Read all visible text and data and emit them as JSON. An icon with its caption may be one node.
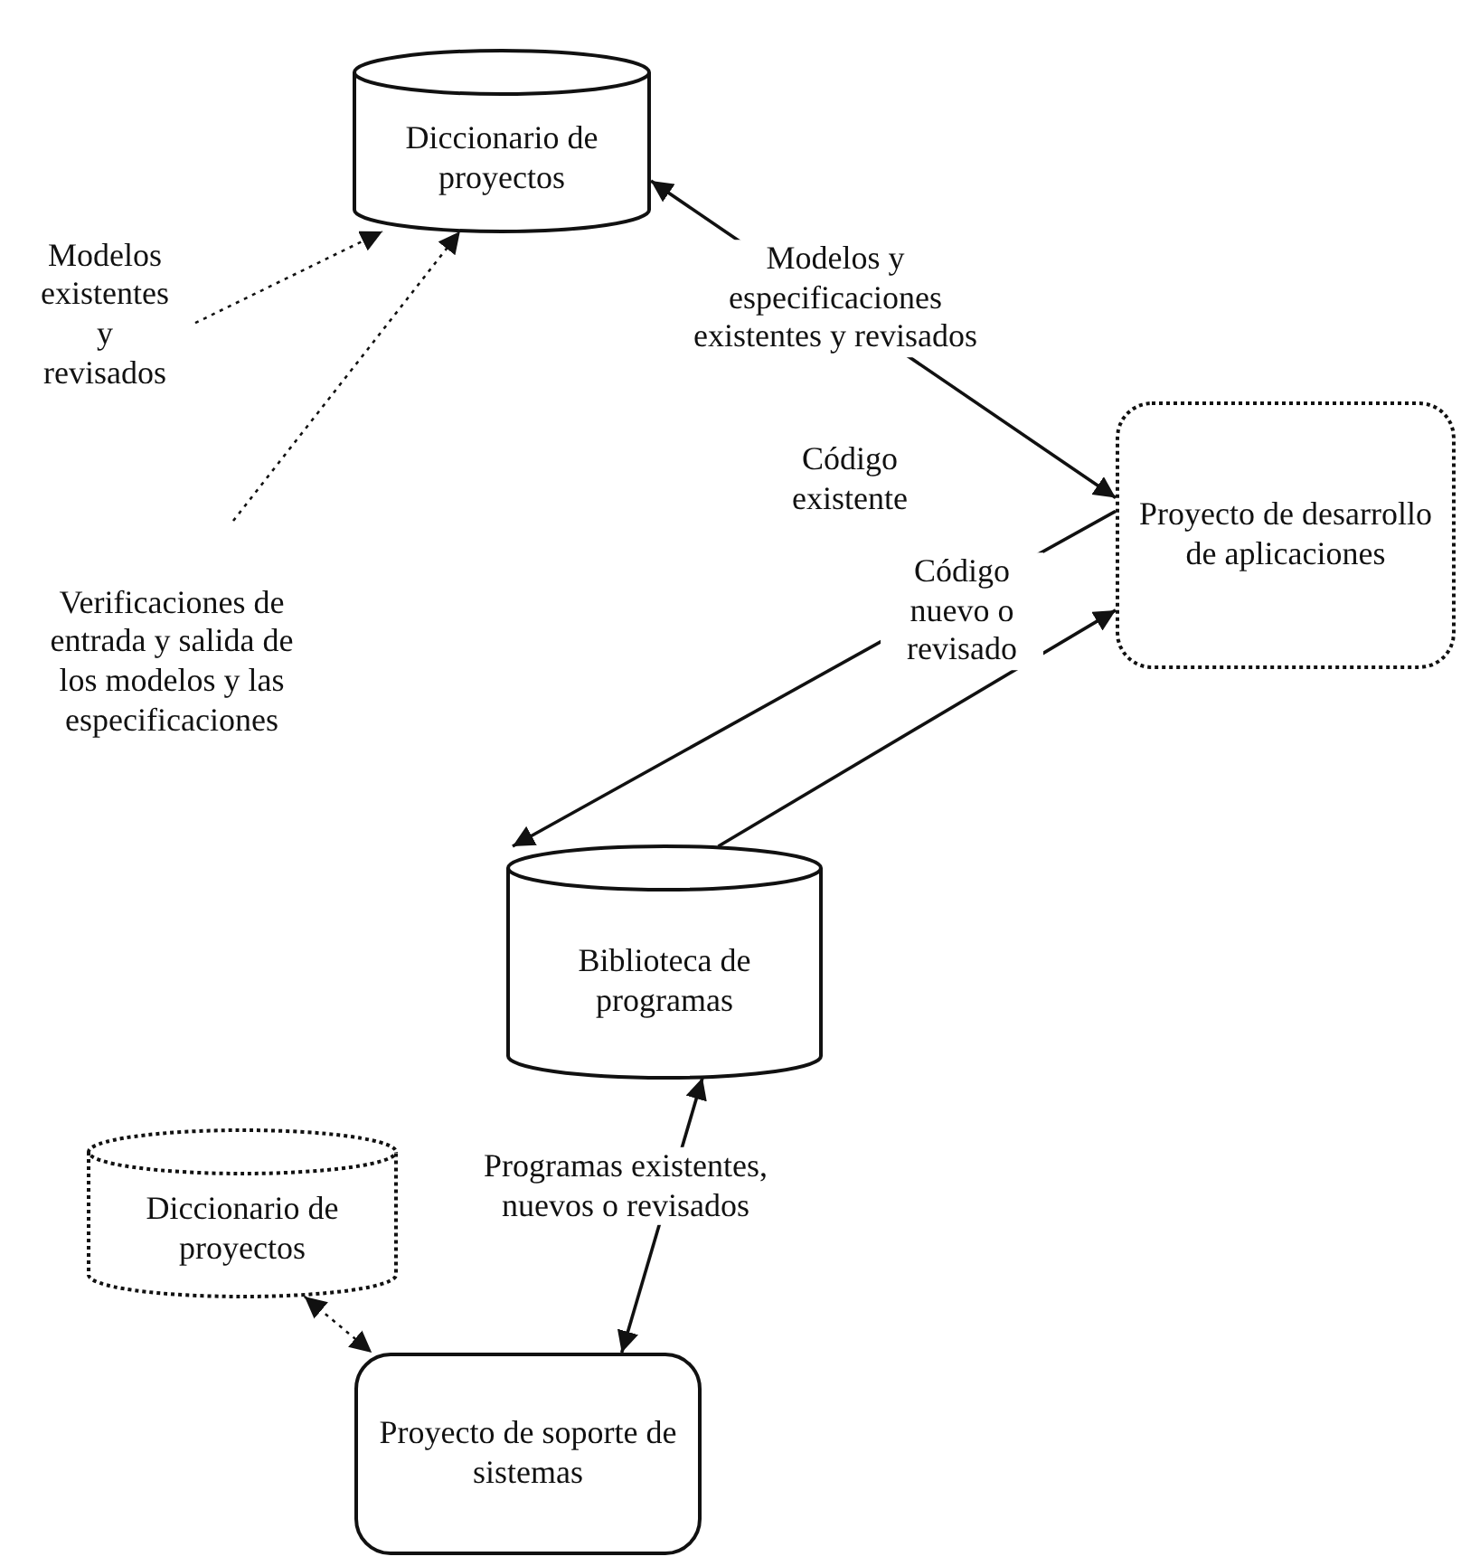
{
  "diagram": {
    "nodes": [
      {
        "text": [
          "Diccionario de proyectos"
        ]
      },
      {
        "text": [
          "Modelos existentes y revisados"
        ]
      },
      {
        "text": [
          "Proyecto de desarrollo de aplicaciones"
        ]
      },
      {
        "text": [
          "Verificaciones de entrada y salida de los modelos y las especificaciones"
        ]
      },
      {
        "text": [
          "Biblioteca de programas"
        ]
      },
      {
        "text": [
          "Diccionario de proyectos"
        ]
      },
      {
        "text": [
          "Proyecto de soporte de sistemas"
        ]
      }
    ],
    "edges": [
      {
        "from": 1,
        "to": 0,
        "arrow": "to",
        "style": "dashed"
      },
      {
        "from": 3,
        "to": 0,
        "arrow": "to",
        "style": "dashed"
      },
      {
        "from": 0,
        "to": 2,
        "arrow": "both",
        "label": "Modelos y especificaciones existentes y revisados"
      },
      {
        "from": 2,
        "to": 4,
        "arrow": "to",
        "label": "Código existente"
      },
      {
        "from": 4,
        "to": 2,
        "arrow": "to",
        "label": "Código nuevo o revisado"
      },
      {
        "from": 4,
        "to": 6,
        "arrow": "both",
        "label": "Programas existentes, nuevos o revisados"
      },
      {
        "from": 5,
        "to": 6,
        "arrow": "both",
        "style": "dashed"
      }
    ]
  }
}
